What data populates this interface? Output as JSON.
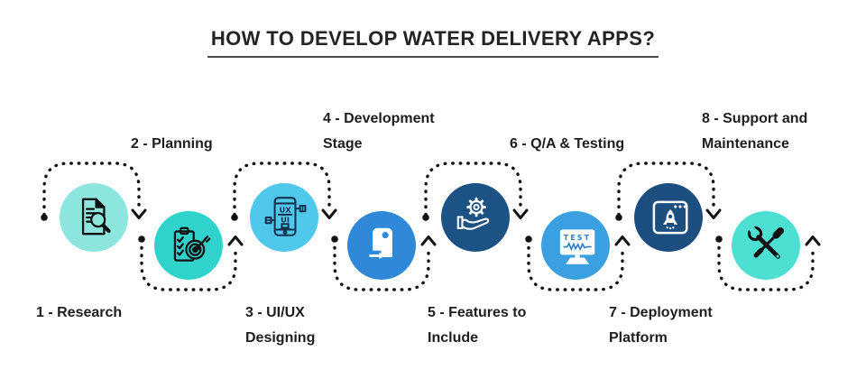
{
  "title": "HOW TO DEVELOP WATER DELIVERY APPS?",
  "flow": {
    "connector_color": "#141414",
    "steps": [
      {
        "label_line1": "1 - Research",
        "label_line2": "",
        "color": "#8CE6DE",
        "icon": "document-magnifier-icon"
      },
      {
        "label_line1": "2 - Planning",
        "label_line2": "",
        "color": "#2FD3CB",
        "icon": "clipboard-target-icon"
      },
      {
        "label_line1": "3 - UI/UX",
        "label_line2": "Designing",
        "color": "#4FC8EB",
        "icon": "ux-ui-phone-icon",
        "icon_text_top": "UX",
        "icon_text_bottom": "UI",
        "icon_ink": "#16324F"
      },
      {
        "label_line1": "4 - Development",
        "label_line2": "Stage",
        "color": "#2F89D8",
        "icon": "mobile-app-export-icon"
      },
      {
        "label_line1": "5 - Features to",
        "label_line2": "Include",
        "color": "#1D5285",
        "icon": "hand-gear-icon"
      },
      {
        "label_line1": "6 - Q/A & Testing",
        "label_line2": "",
        "color": "#3AA0E0",
        "icon": "test-monitor-icon",
        "icon_text": "TEST",
        "icon_accent": "#2C7FC9"
      },
      {
        "label_line1": "7 - Deployment",
        "label_line2": "Platform",
        "color": "#1C4E7F",
        "icon": "browser-rocket-icon"
      },
      {
        "label_line1": "8 - Support and",
        "label_line2": "Maintenance",
        "color": "#4EDFD3",
        "icon": "wrench-screwdriver-icon"
      }
    ]
  }
}
